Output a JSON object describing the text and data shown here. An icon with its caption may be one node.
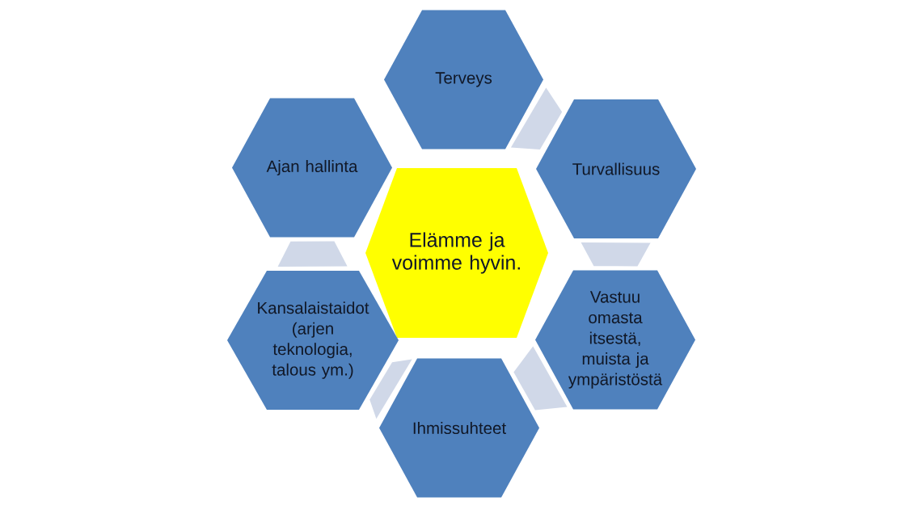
{
  "diagram": {
    "nodes": [
      {
        "text": [
          "Elämme ja voimme hyvin."
        ]
      },
      {
        "text": [
          "Terveys"
        ]
      },
      {
        "text": [
          "Turvallisuus"
        ]
      },
      {
        "text": [
          "Vastuu omasta itsestä, muista ja ympäristöstä"
        ]
      },
      {
        "text": [
          "Ihmissuhteet"
        ]
      },
      {
        "text": [
          "Kansalaistaidot (arjen teknologia, talous ym.)"
        ]
      },
      {
        "text": [
          "Ajan hallinta"
        ]
      }
    ],
    "edges": [
      {
        "from": 1,
        "to": 2,
        "arrow": "none"
      },
      {
        "from": 2,
        "to": 3,
        "arrow": "none"
      },
      {
        "from": 3,
        "to": 4,
        "arrow": "none"
      },
      {
        "from": 4,
        "to": 5,
        "arrow": "none"
      },
      {
        "from": 5,
        "to": 6,
        "arrow": "none"
      }
    ]
  }
}
